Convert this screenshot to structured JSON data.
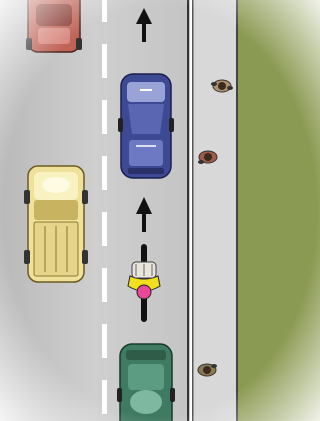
{
  "scene": {
    "colors": {
      "road": "#c8c8c8",
      "sidewalk": "#d6d6d6",
      "grass": "#8a9a50",
      "lane_marking": "#ffffff",
      "curb_line": "#3a3a3a",
      "arrow": "#111111",
      "car_red": "#c0645a",
      "car_blue": "#3e4a92",
      "car_teal": "#3f7a62",
      "truck_yellow": "#f0e09a",
      "cyclist_helmet": "#e8479a",
      "cyclist_vest": "#f2e020"
    },
    "vehicles": [
      {
        "id": "car-red",
        "color": "#c0645a",
        "kind": "car"
      },
      {
        "id": "car-blue",
        "color": "#3e4a92",
        "kind": "car"
      },
      {
        "id": "truck-yellow",
        "color": "#f0e09a",
        "kind": "pickup-truck"
      },
      {
        "id": "car-teal",
        "color": "#3f7a62",
        "kind": "car"
      }
    ],
    "pedestrians": 3,
    "cyclists": 1,
    "direction_arrows": 2
  }
}
